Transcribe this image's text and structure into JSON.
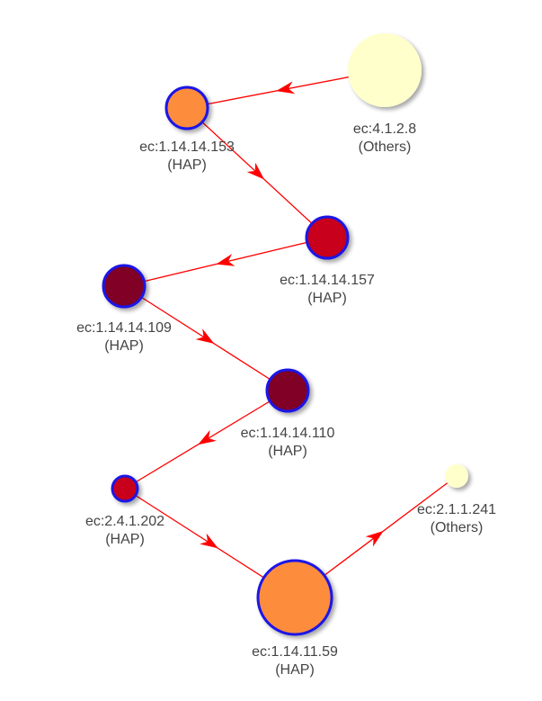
{
  "colors": {
    "edge": "#ff0000",
    "node_border_hap": "#1a14e6",
    "node_others_fill": "#ffffcc",
    "label_text": "#444444"
  },
  "nodes": [
    {
      "id": "n1",
      "ec": "ec:4.1.2.8",
      "group": "(Others)",
      "fill": "#ffffcc",
      "border": "none"
    },
    {
      "id": "n2",
      "ec": "ec:1.14.14.153",
      "group": "(HAP)",
      "fill": "#fd8d3c",
      "border": "blue"
    },
    {
      "id": "n3",
      "ec": "ec:1.14.14.157",
      "group": "(HAP)",
      "fill": "#c8001e",
      "border": "blue"
    },
    {
      "id": "n4",
      "ec": "ec:1.14.14.109",
      "group": "(HAP)",
      "fill": "#800026",
      "border": "blue"
    },
    {
      "id": "n5",
      "ec": "ec:1.14.14.110",
      "group": "(HAP)",
      "fill": "#800026",
      "border": "blue"
    },
    {
      "id": "n6",
      "ec": "ec:2.4.1.202",
      "group": "(HAP)",
      "fill": "#c8001e",
      "border": "blue"
    },
    {
      "id": "n7",
      "ec": "ec:1.14.11.59",
      "group": "(HAP)",
      "fill": "#fd8d3c",
      "border": "blue"
    },
    {
      "id": "n8",
      "ec": "ec:2.1.1.241",
      "group": "(Others)",
      "fill": "#ffffcc",
      "border": "none"
    }
  ],
  "edges": [
    {
      "from": "n1",
      "to": "n2"
    },
    {
      "from": "n2",
      "to": "n3"
    },
    {
      "from": "n3",
      "to": "n4"
    },
    {
      "from": "n4",
      "to": "n5"
    },
    {
      "from": "n5",
      "to": "n6"
    },
    {
      "from": "n6",
      "to": "n7"
    },
    {
      "from": "n7",
      "to": "n8"
    }
  ]
}
